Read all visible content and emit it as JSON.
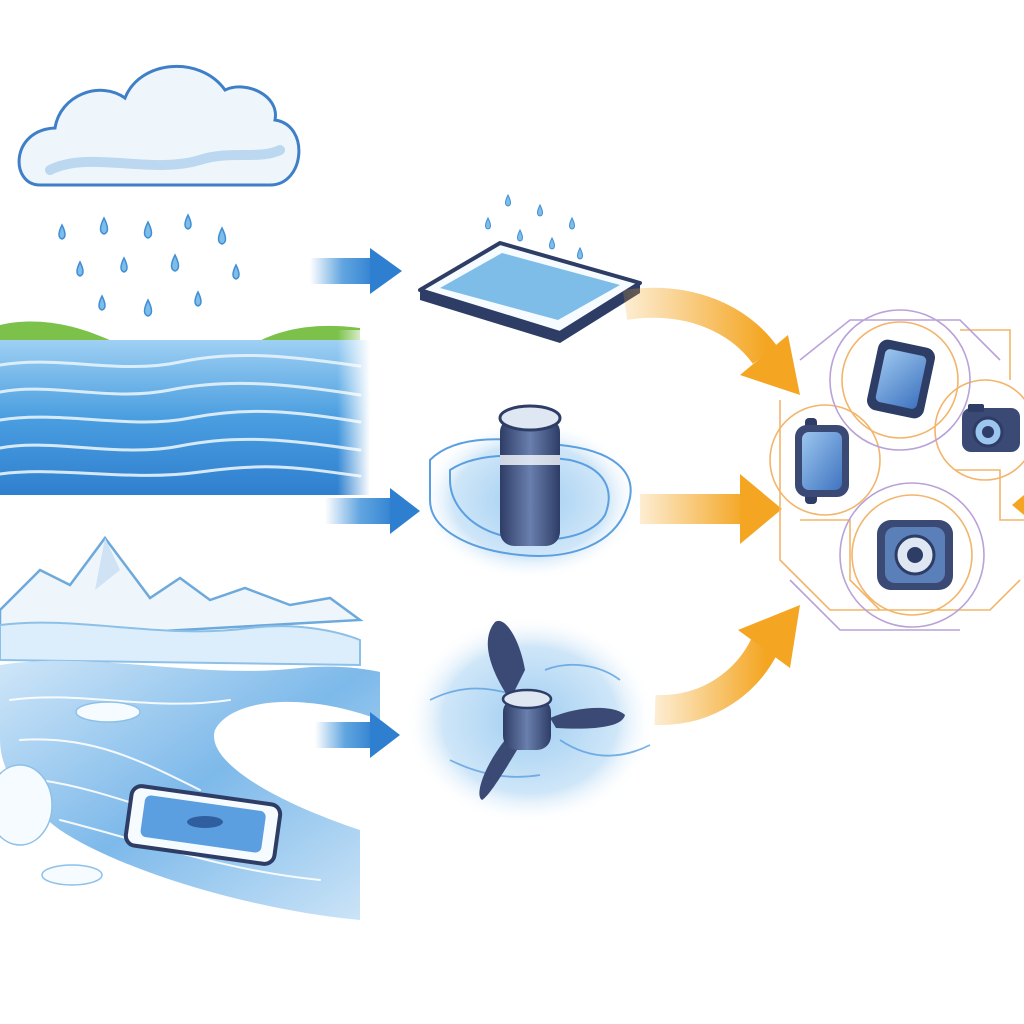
{
  "colors": {
    "background": "#ffffff",
    "water_blue": "#3f8fd6",
    "water_light": "#bfe0f7",
    "hill_green": "#7cc24a",
    "arrow_blue": "#3a8fd8",
    "arrow_orange": "#f4a623",
    "device_dark": "#3b4a75",
    "device_screen": "#5b8fd0",
    "circuit_orange": "#f2b56b",
    "circuit_purple": "#b9a2d8",
    "ice_white": "#eef6fc"
  },
  "sources": [
    {
      "name": "rain-source",
      "icon": "rain-cloud-icon"
    },
    {
      "name": "lake-source",
      "icon": "lake-waves-icon"
    },
    {
      "name": "glacier-source",
      "icon": "glacier-river-icon"
    }
  ],
  "harvesters": [
    {
      "name": "rain-collector-pad",
      "icon": "collector-pad-icon"
    },
    {
      "name": "water-cylinder-generator",
      "icon": "cylinder-generator-icon"
    },
    {
      "name": "water-turbine",
      "icon": "propeller-turbine-icon"
    }
  ],
  "devices": [
    {
      "name": "smartwatch",
      "icon": "smartwatch-icon"
    },
    {
      "name": "tablet",
      "icon": "tablet-icon"
    },
    {
      "name": "camera",
      "icon": "camera-icon"
    },
    {
      "name": "speaker",
      "icon": "speaker-icon"
    }
  ]
}
